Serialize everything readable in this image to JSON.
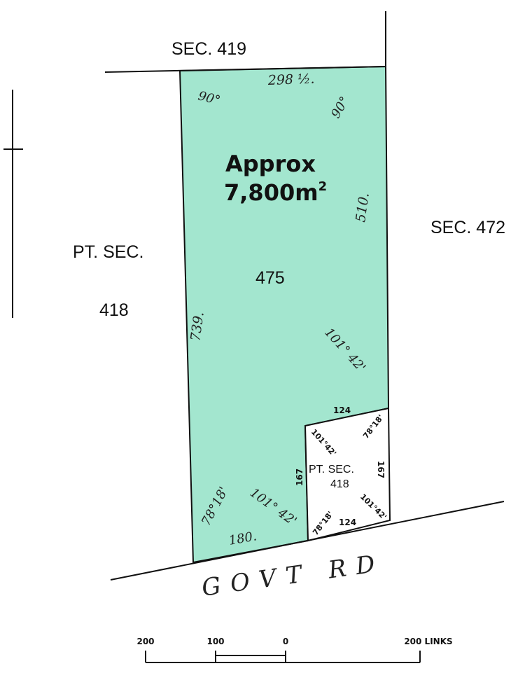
{
  "colors": {
    "lot_fill": "#a3e6cf",
    "line": "#111111",
    "background": "#ffffff"
  },
  "sections": {
    "north": "SEC.  419",
    "east": "SEC. 472",
    "west_line1": "PT.  SEC.",
    "west_line2": "418",
    "inner_line1": "PT. SEC.",
    "inner_line2": "418"
  },
  "lot": {
    "area_line1": "Approx",
    "area_line2": "7,800m",
    "area_sup": "2",
    "number": "475"
  },
  "dimensions": {
    "north": "298 ½.",
    "angle_nw": "90°",
    "angle_ne": "90°",
    "east": "510.",
    "west": "739.",
    "angle_inner_ne": "101° 42'",
    "angle_sw": "78°18'",
    "angle_s": "101° 42'",
    "south": "180."
  },
  "inner_lot": {
    "top": "124",
    "bottom": "124",
    "left": "167",
    "right": "167",
    "angle_tl": "101°42'",
    "angle_tr": "78°18'",
    "angle_bl": "78°18'",
    "angle_br": "101°42'"
  },
  "road": {
    "name": "GOVT   RD"
  },
  "scale_bar": {
    "labels": [
      "200",
      "100",
      "0",
      "200 LINKS"
    ]
  }
}
